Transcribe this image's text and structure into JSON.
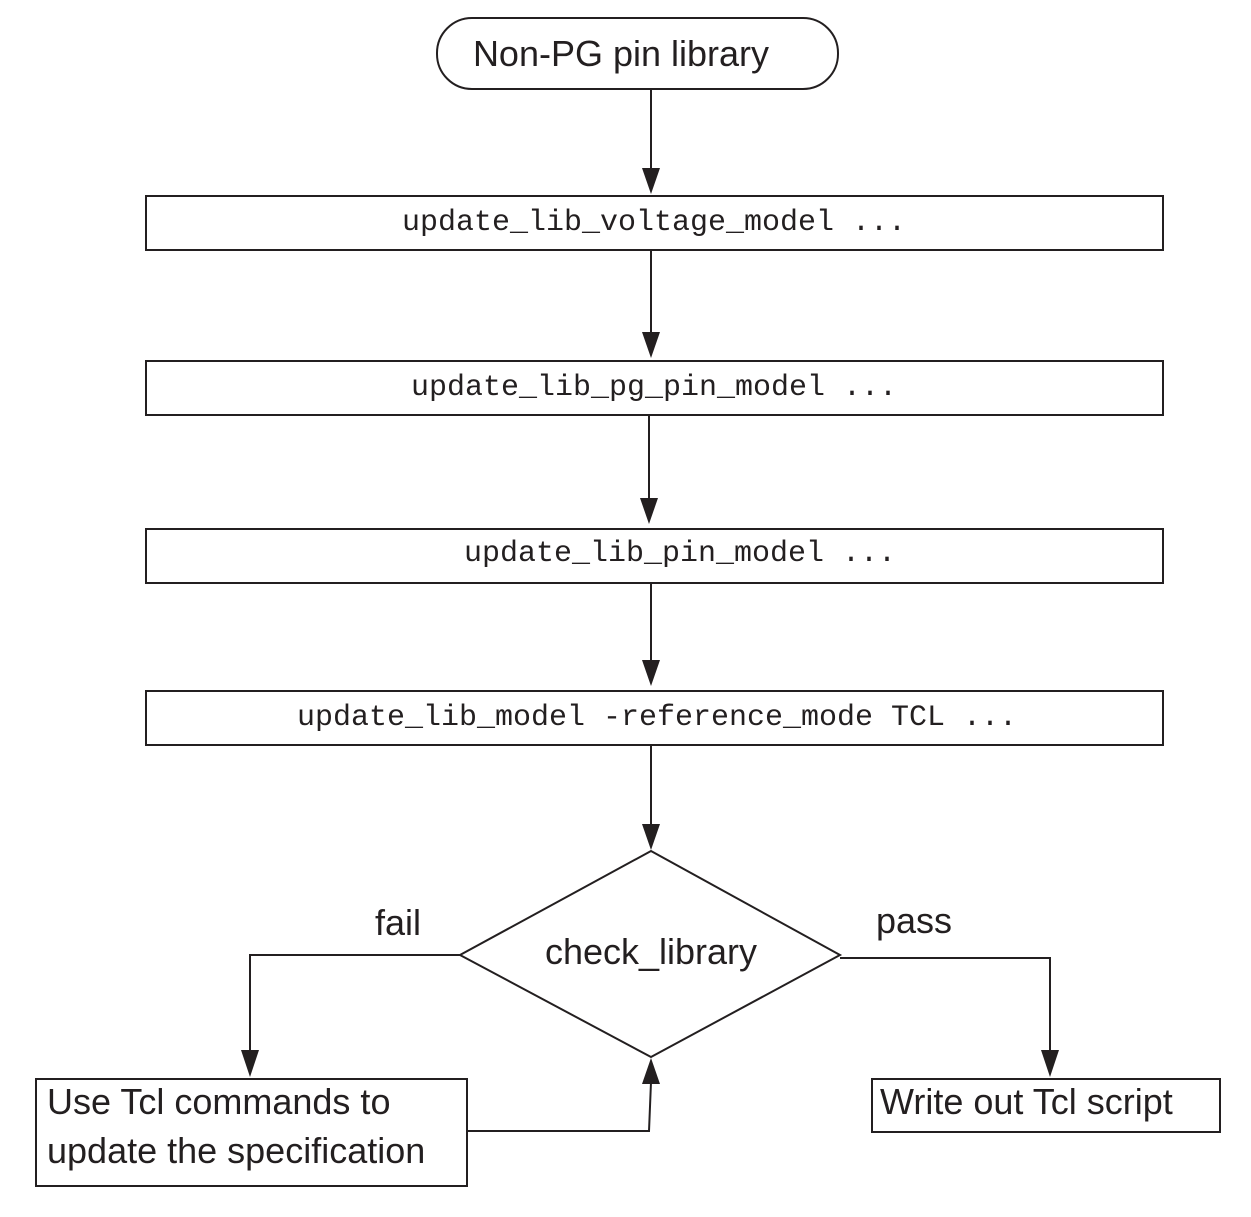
{
  "flowchart": {
    "start": {
      "label": "Non-PG pin library"
    },
    "steps": [
      {
        "id": "voltage-model",
        "label": "update_lib_voltage_model ..."
      },
      {
        "id": "pg-pin-model",
        "label": "update_lib_pg_pin_model ..."
      },
      {
        "id": "pin-model",
        "label": "update_lib_pin_model ..."
      },
      {
        "id": "reference-mode",
        "label": "update_lib_model -reference_mode TCL ..."
      }
    ],
    "decision": {
      "label": "check_library",
      "fail_label": "fail",
      "pass_label": "pass"
    },
    "fail_box": {
      "line1": "Use Tcl commands to",
      "line2": "update the specification"
    },
    "pass_box": {
      "label": "Write out Tcl script"
    }
  }
}
